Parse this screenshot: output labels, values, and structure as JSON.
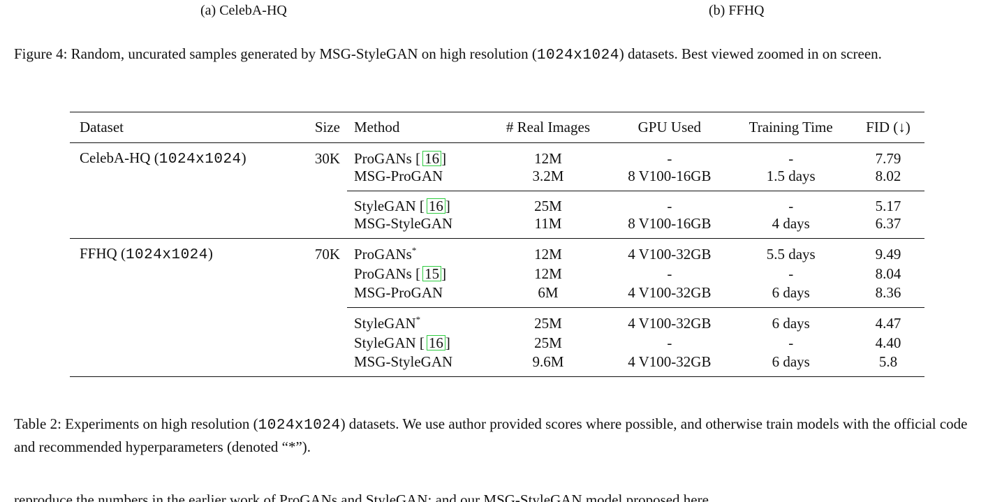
{
  "subcaptions": {
    "a": "(a) CelebA-HQ",
    "b": "(b) FFHQ"
  },
  "figure_caption": {
    "prefix": "Figure 4: Random, uncurated samples generated by MSG-StyleGAN on high resolution (",
    "code": "1024x1024",
    "suffix": ") datasets. Best viewed zoomed in on screen."
  },
  "table": {
    "headers": {
      "dataset": "Dataset",
      "size": "Size",
      "method": "Method",
      "real_images": "# Real Images",
      "gpu": "GPU Used",
      "time": "Training Time",
      "fid": "FID (↓)"
    },
    "datasets": [
      {
        "name": "CelebA-HQ",
        "res": "1024x1024",
        "size": "30K",
        "groups": [
          [
            {
              "method": "ProGANs",
              "cite": "16",
              "star": "",
              "images": "12M",
              "gpu": "-",
              "time": "-",
              "fid": "7.79"
            },
            {
              "method": "MSG-ProGAN",
              "cite": "",
              "star": "",
              "images": "3.2M",
              "gpu": "8 V100-16GB",
              "time": "1.5 days",
              "fid": "8.02"
            }
          ],
          [
            {
              "method": "StyleGAN",
              "cite": "16",
              "star": "",
              "images": "25M",
              "gpu": "-",
              "time": "-",
              "fid": "5.17"
            },
            {
              "method": "MSG-StyleGAN",
              "cite": "",
              "star": "",
              "images": "11M",
              "gpu": "8 V100-16GB",
              "time": "4 days",
              "fid": "6.37"
            }
          ]
        ]
      },
      {
        "name": "FFHQ",
        "res": "1024x1024",
        "size": "70K",
        "groups": [
          [
            {
              "method": "ProGANs",
              "cite": "",
              "star": "*",
              "images": "12M",
              "gpu": "4 V100-32GB",
              "time": "5.5 days",
              "fid": "9.49"
            },
            {
              "method": "ProGANs",
              "cite": "15",
              "star": "",
              "images": "12M",
              "gpu": "-",
              "time": "-",
              "fid": "8.04"
            },
            {
              "method": "MSG-ProGAN",
              "cite": "",
              "star": "",
              "images": "6M",
              "gpu": "4 V100-32GB",
              "time": "6 days",
              "fid": "8.36"
            }
          ],
          [
            {
              "method": "StyleGAN",
              "cite": "",
              "star": "*",
              "images": "25M",
              "gpu": "4 V100-32GB",
              "time": "6 days",
              "fid": "4.47"
            },
            {
              "method": "StyleGAN",
              "cite": "16",
              "star": "",
              "images": "25M",
              "gpu": "-",
              "time": "-",
              "fid": "4.40"
            },
            {
              "method": "MSG-StyleGAN",
              "cite": "",
              "star": "",
              "images": "9.6M",
              "gpu": "4 V100-32GB",
              "time": "6 days",
              "fid": "5.8"
            }
          ]
        ]
      }
    ]
  },
  "table_caption": {
    "prefix": "Table 2: Experiments on high resolution (",
    "code": "1024x1024",
    "suffix": ") datasets. We use author provided scores where possible, and otherwise train models with the official code and recommended hyperparameters (denoted “*”)."
  },
  "body_text_fragment": "reproduce the numbers in the earlier work of ProGANs and StyleGAN; and our MSG-StyleGAN model proposed here"
}
